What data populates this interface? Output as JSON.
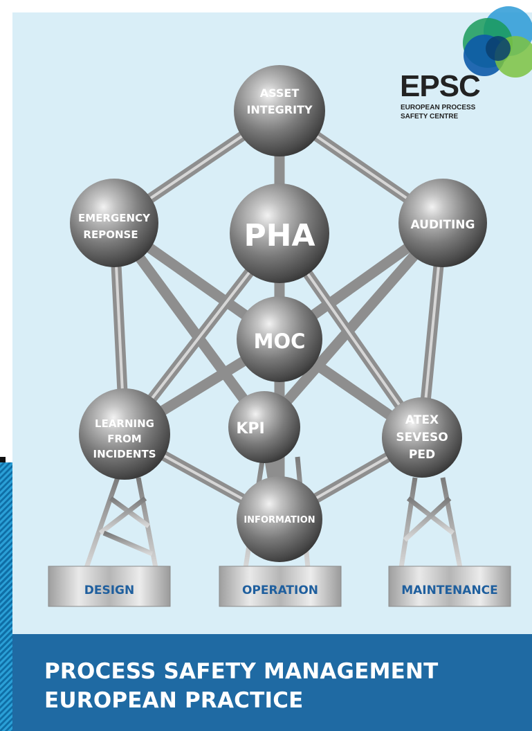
{
  "logo": {
    "name": "EPSC",
    "subtitle_line1": "EUROPEAN PROCESS",
    "subtitle_line2": "SAFETY CENTRE",
    "colors": [
      "#1a9a5b",
      "#0d5aa8",
      "#6fc3a1",
      "#7dc242"
    ]
  },
  "nodes": {
    "asset_integrity": [
      "ASSET",
      "INTEGRITY"
    ],
    "emergency_response": [
      "EMERGENCY",
      "REPONSE"
    ],
    "pha": [
      "PHA"
    ],
    "auditing": [
      "AUDITING"
    ],
    "moc": [
      "MOC"
    ],
    "learning_from_incidents": [
      "LEARNING",
      "FROM",
      "INCIDENTS"
    ],
    "kpi": [
      "KPI"
    ],
    "atex_seveso_ped": [
      "ATEX",
      "SEVESO",
      "PED"
    ],
    "information": [
      "INFORMATION"
    ]
  },
  "bases": {
    "design": "DESIGN",
    "operation": "OPERATION",
    "maintenance": "MAINTENANCE"
  },
  "footer": {
    "line1": "PROCESS SAFETY MANAGEMENT",
    "line2": "EUROPEAN PRACTICE"
  },
  "colors": {
    "background": "#d9eef7",
    "band": "#1f6aa3",
    "base_label": "#1f5f9e"
  }
}
